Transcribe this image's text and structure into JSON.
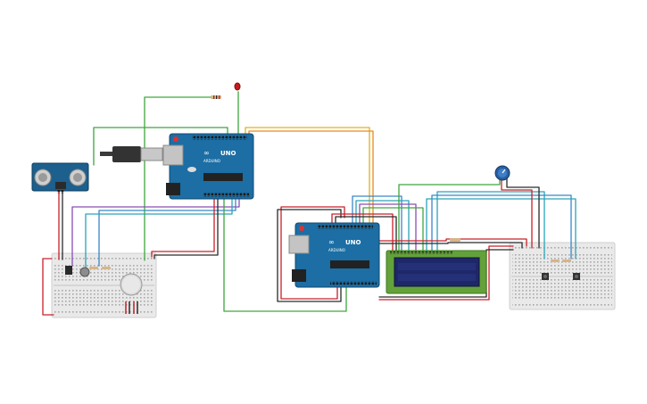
{
  "board1": {
    "logo": "∞",
    "model": "UNO",
    "brand": "ARDUINO"
  },
  "board2": {
    "logo": "∞",
    "model": "UNO",
    "brand": "ARDUINO"
  },
  "colors": {
    "wire_red": "#c8202a",
    "wire_black": "#2a2a2a",
    "wire_green": "#3ea63e",
    "wire_yellow": "#e0b020",
    "wire_orange": "#e58a22",
    "wire_blue": "#3a86c8",
    "wire_teal": "#2aa3b8",
    "wire_purple": "#8a4fb5",
    "arduino_blue": "#1c6ea4",
    "lcd_green": "#63a23a",
    "lcd_screen": "#1e2768",
    "breadboard": "#eaeaea",
    "sensor_blue": "#1d5f8d"
  },
  "icons": [
    "usb-plug-icon",
    "potentiometer-knob-icon",
    "led-icon",
    "push-button-icon"
  ]
}
